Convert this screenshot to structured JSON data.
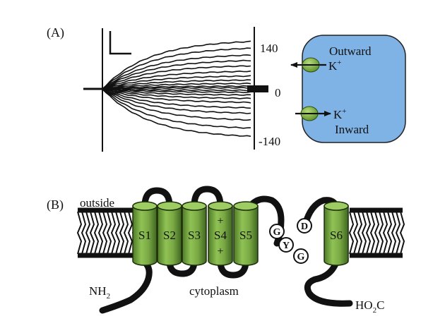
{
  "panel_a": {
    "label": "(A)",
    "voltage_labels": {
      "top": "140",
      "zero": "0",
      "bottom": "-140"
    },
    "box": {
      "outward": "Outward",
      "inward": "Inward",
      "ion": "K",
      "charge": "+"
    },
    "colors": {
      "box": "#7fb2e5",
      "ion": "#8ab845"
    }
  },
  "panel_b": {
    "label": "(B)",
    "outside": "outside",
    "cytoplasm": "cytoplasm",
    "n_terminus": {
      "base": "NH",
      "sub": "2"
    },
    "c_terminus": {
      "pre": "HO",
      "sub": "2",
      "post": "C"
    },
    "segments": [
      "S1",
      "S2",
      "S3",
      "S4",
      "S5",
      "S6"
    ],
    "s4_charges": [
      "+",
      "+"
    ],
    "selectivity_filter": [
      "G",
      "Y",
      "G",
      "D"
    ],
    "colors": {
      "helix": "#7aa944",
      "helix_dark": "#4f7a27",
      "helix_top": "#9ccc62",
      "linker": "#111111"
    }
  }
}
